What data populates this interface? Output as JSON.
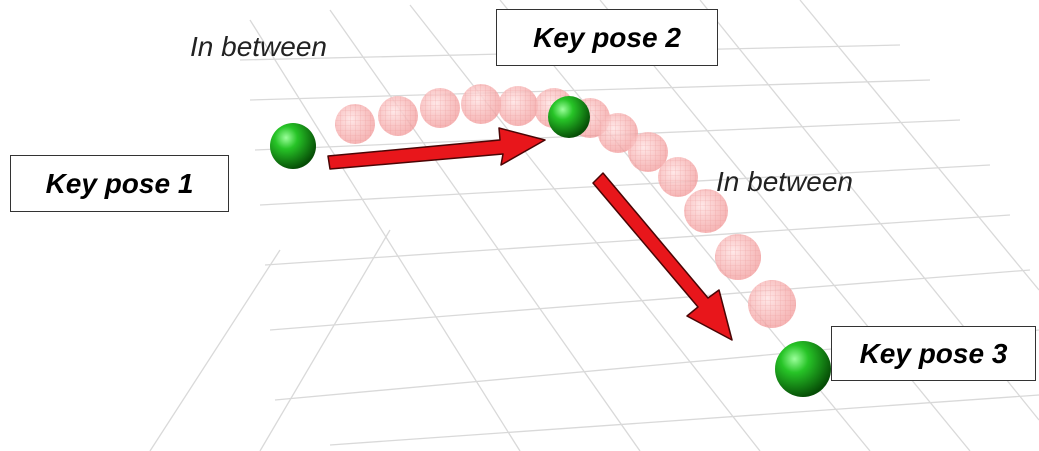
{
  "labels": {
    "key_pose_1": "Key pose 1",
    "key_pose_2": "Key pose 2",
    "key_pose_3": "Key pose 3",
    "in_between_1": "In between",
    "in_between_2": "In between"
  },
  "colors": {
    "key_ball": "#1fbf1f",
    "inbetween_ball": "#f5a3a3",
    "arrow": "#e8161b",
    "grid": "#d9d9d9"
  }
}
